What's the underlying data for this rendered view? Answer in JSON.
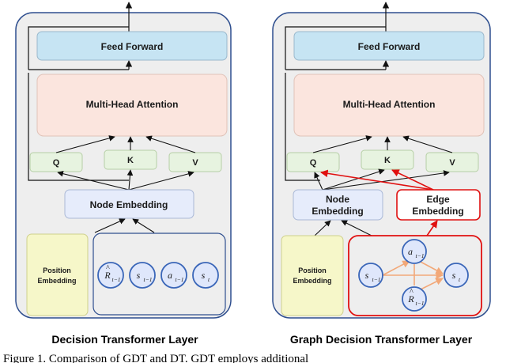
{
  "colors": {
    "panel_fill": "#eeeeee",
    "panel_stroke": "#2f4f8f",
    "ff_fill": "#c6e4f3",
    "mha_fill": "#fbe5de",
    "qkv_fill": "#e7f3e0",
    "node_fill": "#e6ecfb",
    "pos_fill": "#f6f7c9",
    "token_fill": "#dfe7fb",
    "highlight": "#e01010",
    "graph_edge": "#f2a878",
    "arrow": "#111111"
  },
  "left": {
    "feed_forward": "Feed Forward",
    "mha": "Multi-Head Attention",
    "q": "Q",
    "k": "K",
    "v": "V",
    "node_embedding": "Node Embedding",
    "position_embedding_1": "Position",
    "position_embedding_2": "Embedding",
    "tokens": [
      {
        "base": "R",
        "accent": "^",
        "sub": "t−1"
      },
      {
        "base": "s",
        "accent": "",
        "sub": "t−1"
      },
      {
        "base": "a",
        "accent": "",
        "sub": "t−1"
      },
      {
        "base": "s",
        "accent": "",
        "sub": "t"
      }
    ],
    "title": "Decision Transformer Layer"
  },
  "right": {
    "feed_forward": "Feed Forward",
    "mha": "Multi-Head Attention",
    "q": "Q",
    "k": "K",
    "v": "V",
    "node_embedding_1": "Node",
    "node_embedding_2": "Embedding",
    "edge_embedding_1": "Edge",
    "edge_embedding_2": "Embedding",
    "position_embedding_1": "Position",
    "position_embedding_2": "Embedding",
    "graph_nodes": {
      "top": {
        "base": "a",
        "accent": "",
        "sub": "t−1"
      },
      "left": {
        "base": "s",
        "accent": "",
        "sub": "t−1"
      },
      "right": {
        "base": "s",
        "accent": "",
        "sub": "t"
      },
      "bottom": {
        "base": "R",
        "accent": "^",
        "sub": "t−1"
      }
    },
    "title": "Graph Decision Transformer Layer"
  },
  "caption": "Figure 1. Comparison of GDT and DT. GDT employs additional"
}
